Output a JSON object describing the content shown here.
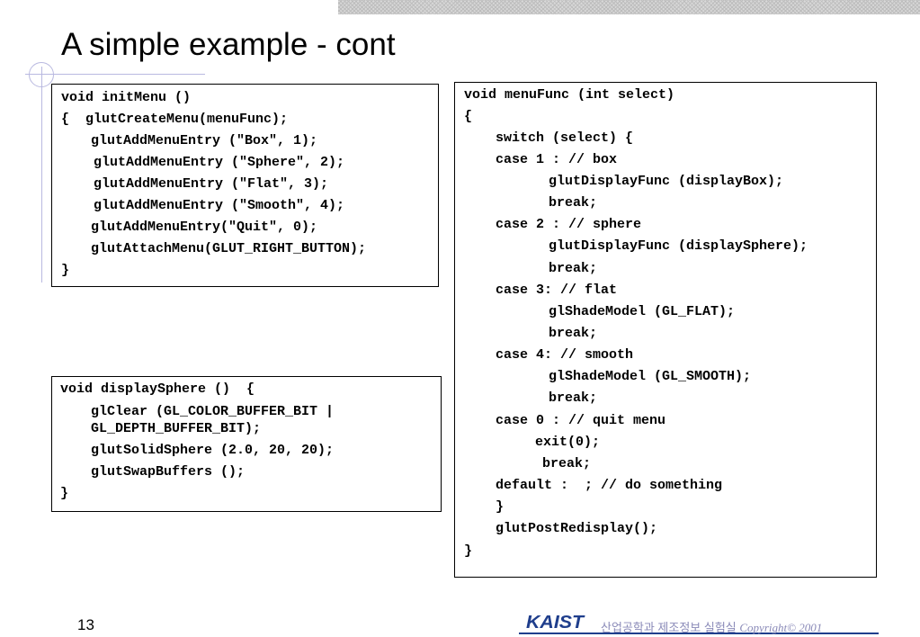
{
  "slide": {
    "title": "A simple example - cont",
    "page_number": "13"
  },
  "init_menu_code": [
    "void initMenu ()",
    "{  glutCreateMenu(menuFunc);",
    "glutAddMenuEntry (\"Box\", 1);",
    "glutAddMenuEntry (\"Sphere\", 2);",
    "glutAddMenuEntry (\"Flat\", 3);",
    "glutAddMenuEntry (\"Smooth\", 4);",
    "glutAddMenuEntry(\"Quit\", 0);",
    "glutAttachMenu(GLUT_RIGHT_BUTTON);",
    "}"
  ],
  "display_sphere_code": [
    "void displaySphere ()  {",
    "glClear (GL_COLOR_BUFFER_BIT |",
    "GL_DEPTH_BUFFER_BIT);",
    "glutSolidSphere (2.0, 20, 20);",
    "glutSwapBuffers ();",
    "}"
  ],
  "menu_func_code": [
    "void menuFunc (int select)",
    "{",
    "switch (select) {",
    "case 1 : // box",
    "glutDisplayFunc (displayBox);",
    "break;",
    "case 2 : // sphere",
    "glutDisplayFunc (displaySphere);",
    "break;",
    "case 3: // flat",
    "glShadeModel (GL_FLAT);",
    "break;",
    "case 4: // smooth",
    "glShadeModel (GL_SMOOTH);",
    "break;",
    "case 0 : // quit menu",
    "exit(0);",
    "break;",
    "default :  ; // do something",
    "}",
    "glutPostRedisplay();",
    "}"
  ],
  "footer": {
    "logo_text": "KAIST",
    "lab_name": "산업공학과 제조정보 실험실",
    "copyright": "Copyright© 2001"
  },
  "colors": {
    "footer_text": "#8a8ab8",
    "logo_blue": "#1f3e8c",
    "decoration": "#b9b9e0"
  }
}
